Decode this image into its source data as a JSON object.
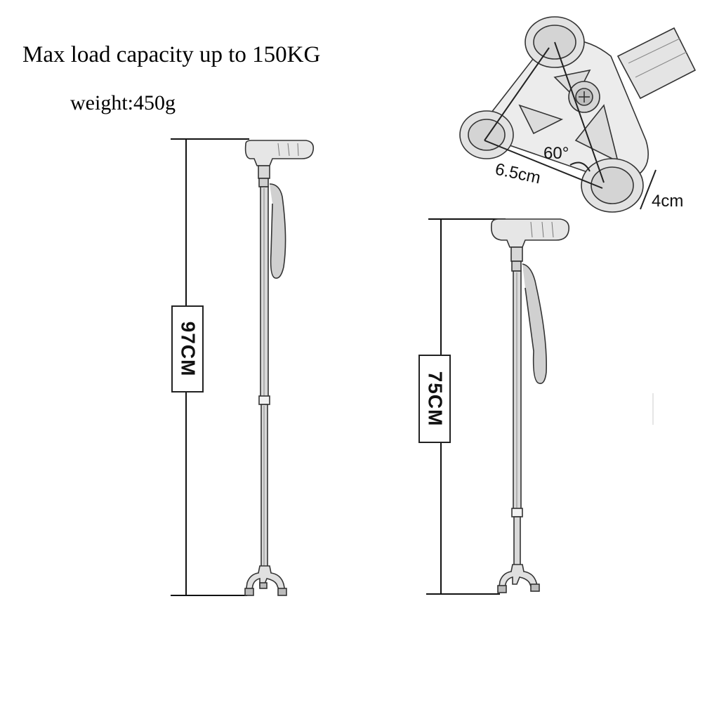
{
  "specs": {
    "load": "Max load capacity up to 150KG",
    "weight": "weight:450g"
  },
  "heights": {
    "extended": "97CM",
    "collapsed": "75CM"
  },
  "base": {
    "angle": "60°",
    "spacing": "6.5cm",
    "pad": "4cm"
  }
}
